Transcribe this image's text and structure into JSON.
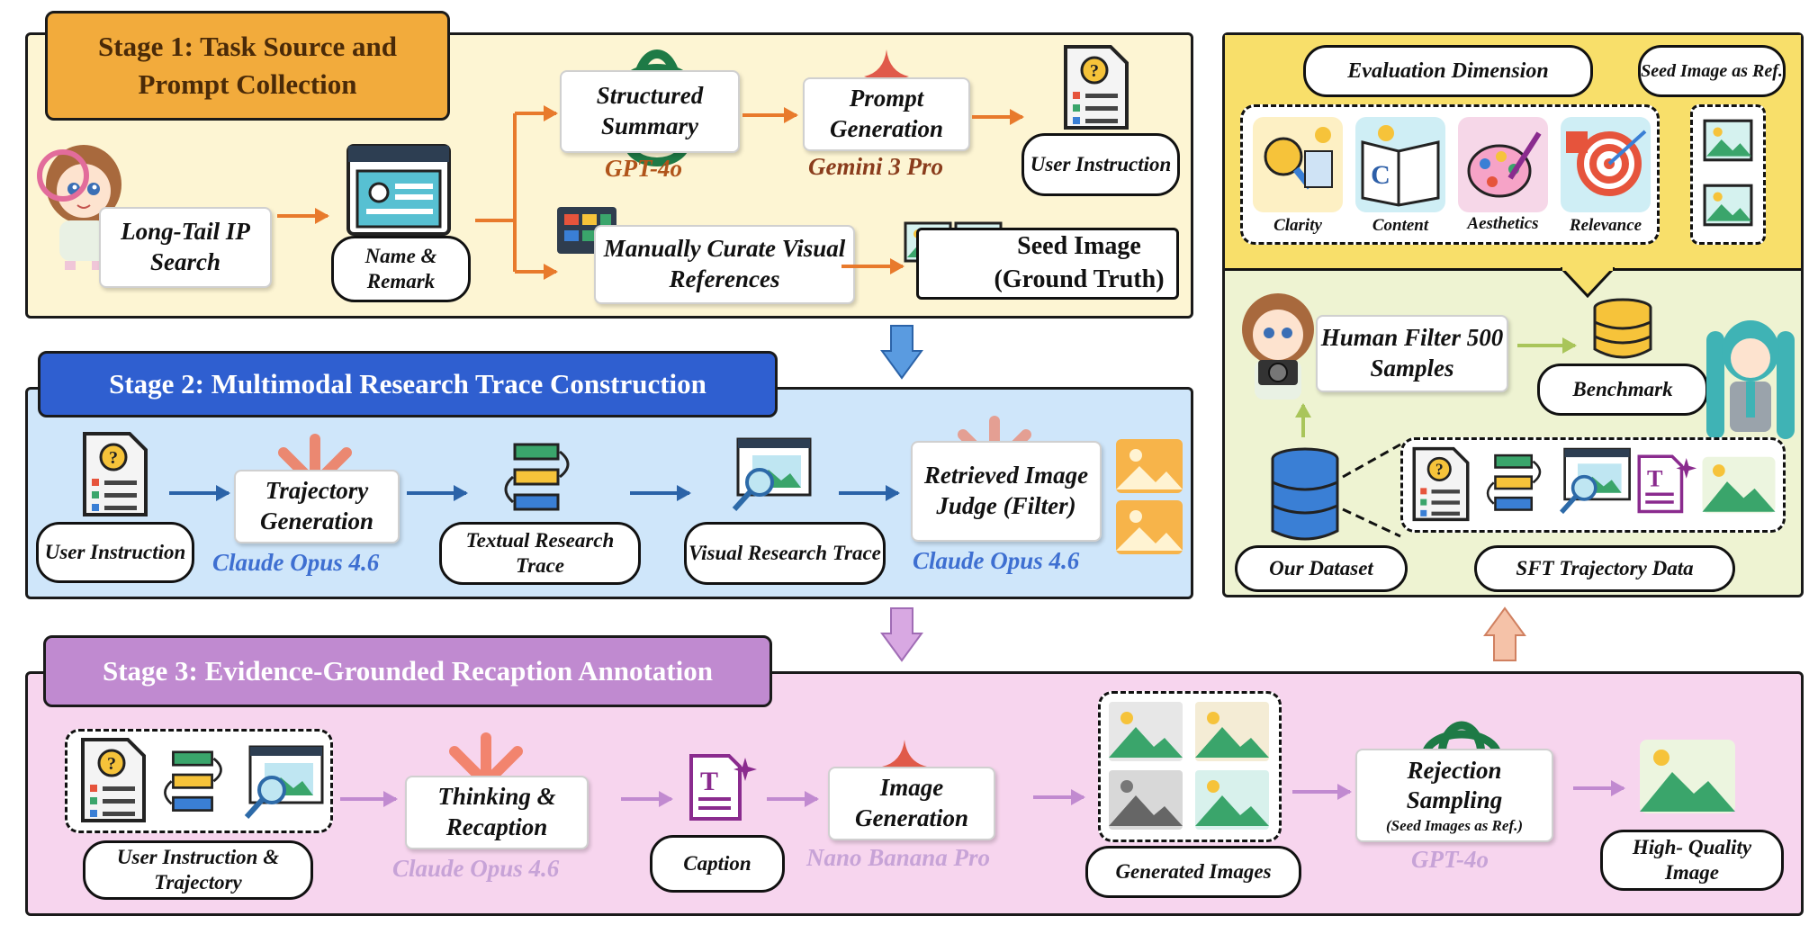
{
  "stage1": {
    "title": "Stage 1: Task Source and Prompt Collection",
    "long_tail": "Long-Tail IP Search",
    "name_remark": "Name & Remark",
    "structured_summary": "Structured Summary",
    "gpt4o": "GPT-4o",
    "prompt_generation": "Prompt Generation",
    "gemini": "Gemini 3 Pro",
    "user_instruction": "User Instruction",
    "manually_curate": "Manually Curate Visual References",
    "seed_image": "Seed Image (Ground Truth)"
  },
  "stage2": {
    "title": "Stage 2: Multimodal Research Trace Construction",
    "user_instruction": "User Instruction",
    "trajectory_generation": "Trajectory Generation",
    "claude1": "Claude Opus 4.6",
    "textual_trace": "Textual Research Trace",
    "visual_trace": "Visual Research Trace",
    "retrieved_judge": "Retrieved Image Judge (Filter)",
    "claude2": "Claude Opus 4.6"
  },
  "stage3": {
    "title": "Stage 3: Evidence-Grounded Recaption Annotation",
    "user_instruction_traj": "User Instruction & Trajectory",
    "thinking_recaption": "Thinking & Recaption",
    "claude": "Claude Opus 4.6",
    "caption": "Caption",
    "image_generation": "Image Generation",
    "nano": "Nano Banana Pro",
    "generated_images": "Generated Images",
    "rejection_sampling": "Rejection Sampling",
    "seed_ref": "(Seed Images as Ref.)",
    "gpt4o": "GPT-4o",
    "high_quality": "High- Quality Image"
  },
  "right": {
    "eval_dimension": "Evaluation Dimension",
    "seed_ref": "Seed Image as Ref.",
    "clarity": "Clarity",
    "content": "Content",
    "aesthetics": "Aesthetics",
    "relevance": "Relevance",
    "human_filter": "Human Filter 500 Samples",
    "benchmark": "Benchmark",
    "our_dataset": "Our Dataset",
    "sft": "SFT Trajectory Data"
  },
  "colors": {
    "stage1_bg": "#fdf5d3",
    "stage1_tag": "#f2ab3c",
    "stage2_bg": "#cfe6fa",
    "stage2_tag": "#2f5fd0",
    "stage3_bg": "#f7d5ee",
    "stage3_tag": "#c08ad0",
    "right_top_bg": "#f8df6a",
    "right_bottom_bg": "#eef3d2",
    "orange_arrow": "#e87a2c",
    "blue_arrow": "#2b63a8",
    "purple_arrow": "#c18ad0",
    "green_arrow": "#a9c55a",
    "gpt_color": "#b0541a",
    "gemini_color": "#8a3c1c",
    "claude_color": "#3e6fd1",
    "faded_color": "#c7a3d7"
  }
}
